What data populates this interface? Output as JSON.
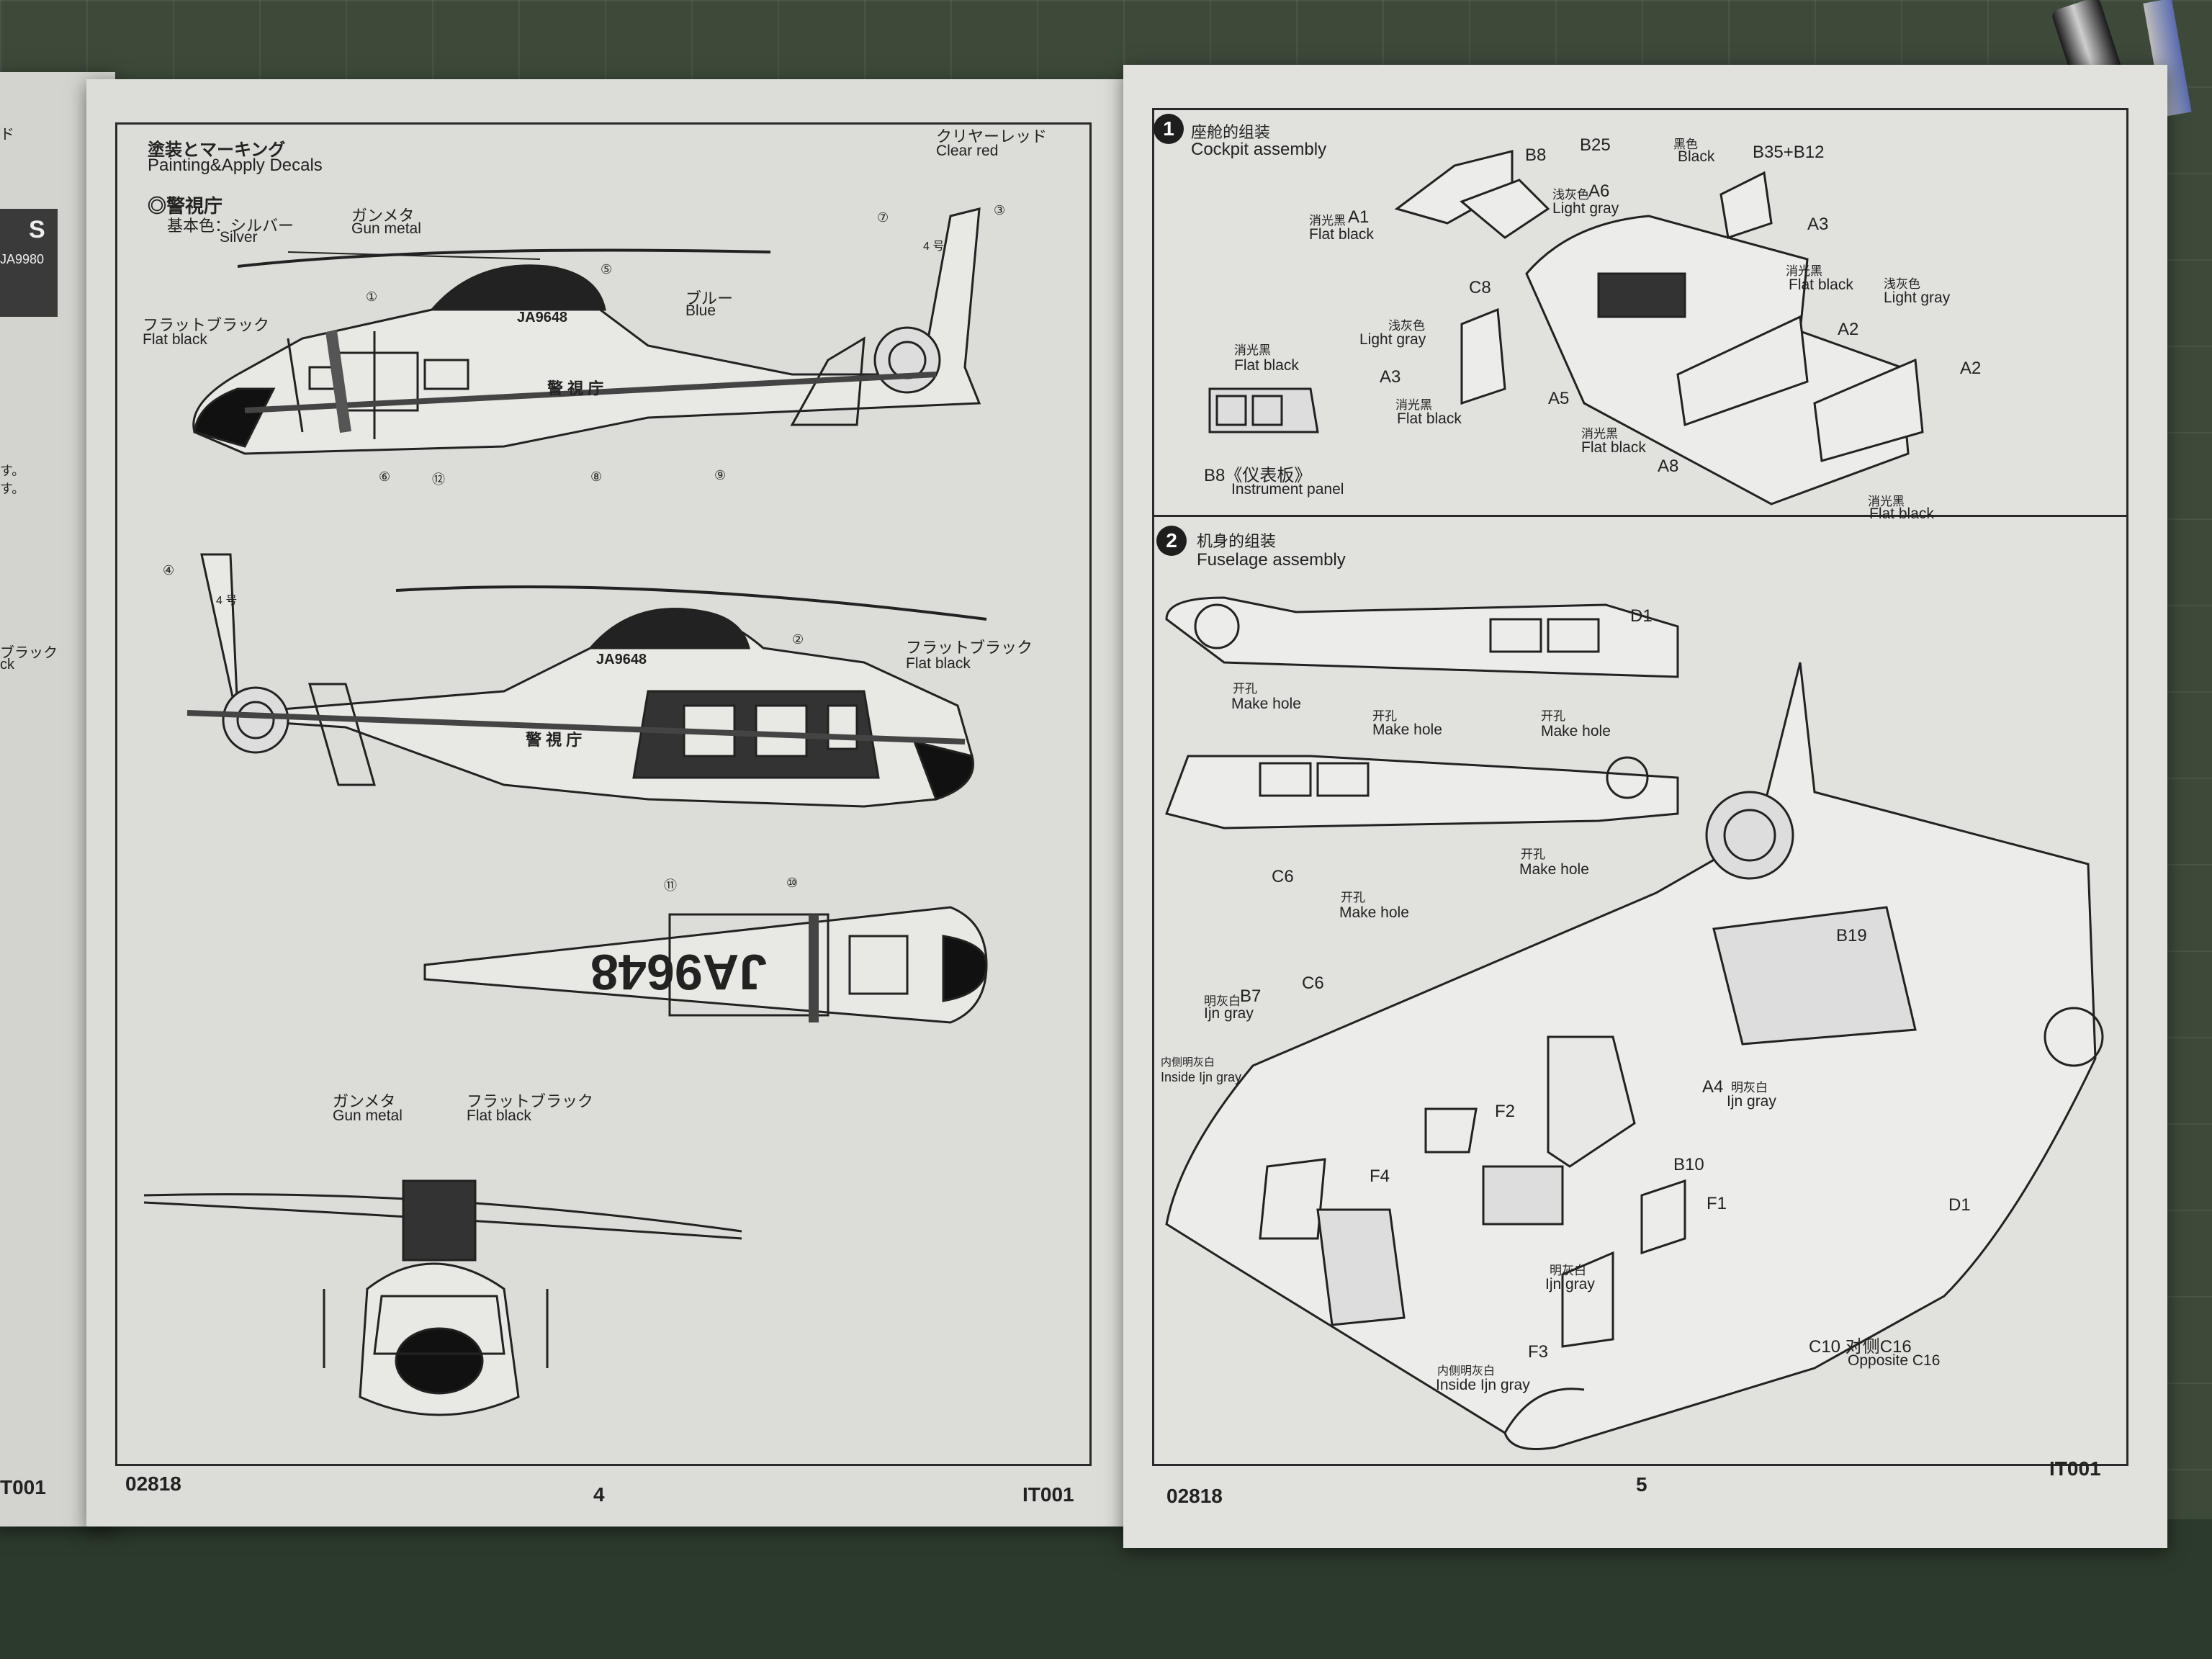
{
  "left_page": {
    "title_jp": "塗装とマーキング",
    "title_en": "Painting&Apply Decals",
    "subtitle": "◎警視庁",
    "base_color_jp": "基本色：シルバー",
    "base_color_en": "Silver",
    "gunmetal_jp": "ガンメタ",
    "gunmetal_en": "Gun metal",
    "clear_red_jp": "クリヤーレッド",
    "clear_red_en": "Clear red",
    "blue_jp": "ブルー",
    "blue_en": "Blue",
    "flat_black_jp": "フラットブラック",
    "flat_black_en": "Flat black",
    "registration": "JA9648",
    "fuselage_text": "警 視 庁",
    "tail_text": "4 号",
    "markers": [
      "①",
      "②",
      "③",
      "④",
      "⑤",
      "⑥",
      "⑦",
      "⑧",
      "⑨",
      "⑩",
      "⑪",
      "⑫"
    ],
    "footer_code": "02818",
    "page_number": "4",
    "footer_series": "IT001"
  },
  "right_page": {
    "step1": {
      "number": "1",
      "title_cn": "座舱的组装",
      "title_en": "Cockpit assembly",
      "parts": {
        "A1": "A1",
        "A2": "A2",
        "A3": "A3",
        "A5": "A5",
        "A6": "A6",
        "A8": "A8",
        "B8": "B8",
        "B25": "B25",
        "B35_B12": "B35+B12",
        "C8": "C8"
      },
      "color_flat_black_cn": "消光黑",
      "color_flat_black_en": "Flat black",
      "color_light_gray_cn": "浅灰色",
      "color_light_gray_en": "Light gray",
      "color_black_cn": "黑色",
      "color_black_en": "Black",
      "instrument_panel_cn": "B8《仪表板》",
      "instrument_panel_en": "Instrument panel"
    },
    "step2": {
      "number": "2",
      "title_cn": "机身的组装",
      "title_en": "Fuselage assembly",
      "make_hole_cn": "开孔",
      "make_hole_en": "Make hole",
      "hole_icon": "T",
      "parts": {
        "D1": "D1",
        "C6": "C6",
        "B19": "B19",
        "B7": "B7",
        "A4": "A4",
        "F1": "F1",
        "F2": "F2",
        "F3": "F3",
        "F4": "F4",
        "B10": "B10",
        "C10_C16": "C10 对侧C16",
        "opposite": "Opposite C16"
      },
      "ijn_gray_cn": "明灰白",
      "ijn_gray_en": "Ijn gray",
      "inside_ijn_cn": "内侧明灰白",
      "inside_ijn_en": "Inside Ijn gray"
    },
    "footer_code": "02818",
    "page_number": "5",
    "footer_series": "IT001"
  },
  "partial_page": {
    "tail_letter": "S",
    "reg_fragment": "JA9980",
    "footer_fragment": "T001",
    "side_frag_1": "ド",
    "side_frag_2": "す。",
    "side_frag_3": "す。",
    "side_frag_4": "ブラック",
    "side_frag_5": "ck"
  }
}
